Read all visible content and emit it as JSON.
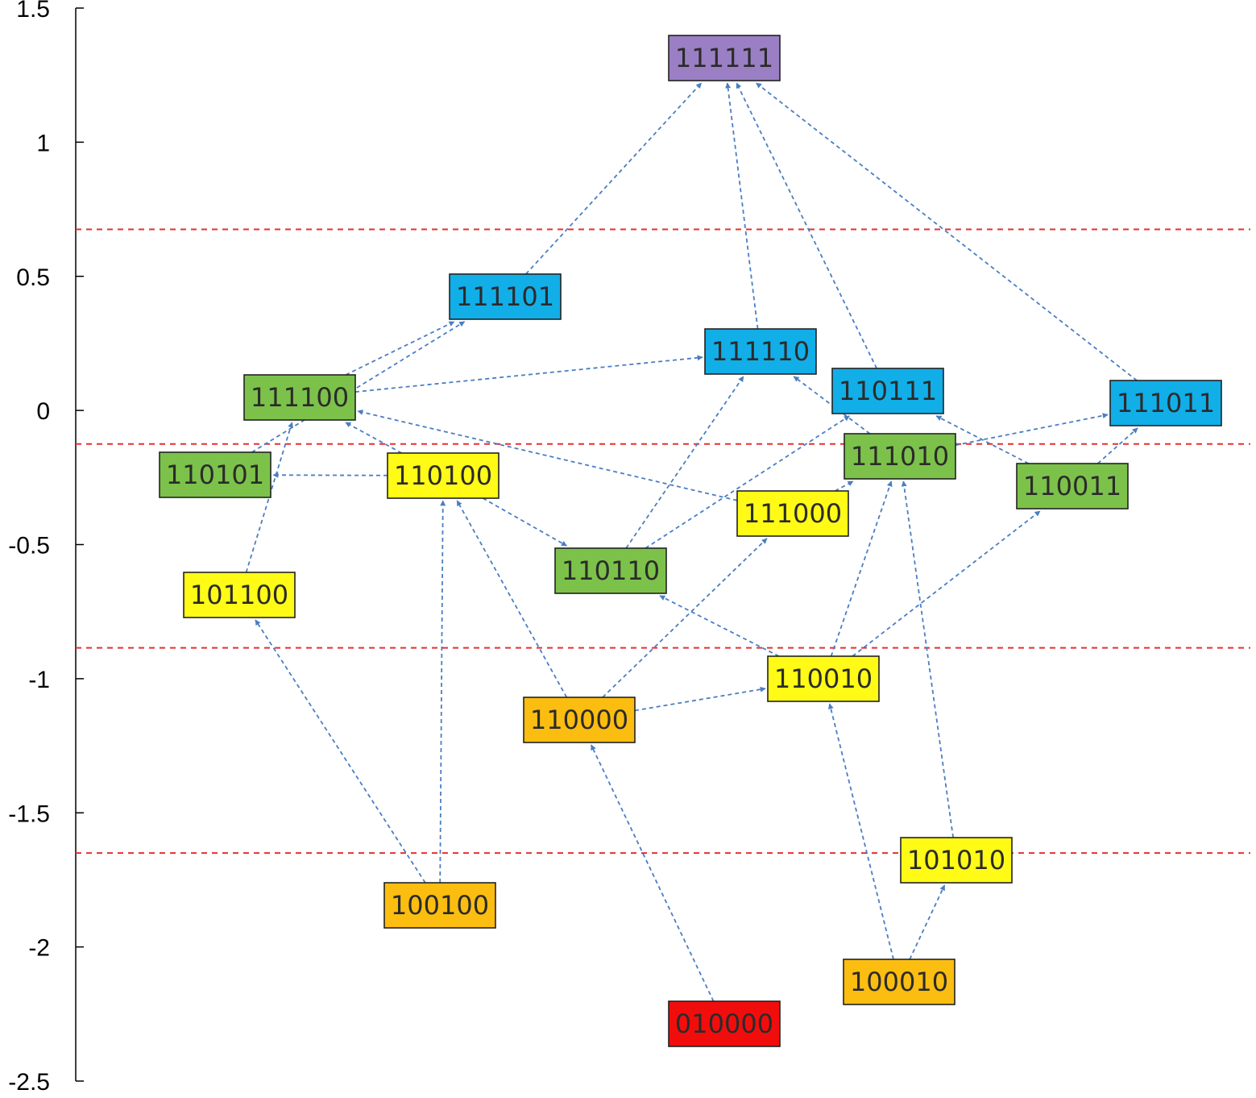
{
  "axis": {
    "ticks": [
      {
        "value": 1.5,
        "label": "1.5"
      },
      {
        "value": 1,
        "label": "1"
      },
      {
        "value": 0.5,
        "label": "0.5"
      },
      {
        "value": 0,
        "label": "0"
      },
      {
        "value": -0.5,
        "label": "-0.5"
      },
      {
        "value": -1,
        "label": "-1"
      },
      {
        "value": -1.5,
        "label": "-1.5"
      },
      {
        "value": -2,
        "label": "-2"
      },
      {
        "value": -2.5,
        "label": "-2.5"
      }
    ],
    "range": [
      -2.5,
      1.5
    ]
  },
  "thresholds": [
    0.675,
    -0.125,
    -0.885,
    -1.65
  ],
  "colors": {
    "purple": "#9b7fc4",
    "blue": "#12aee7",
    "green": "#7cc24a",
    "yellow": "#fffa16",
    "orange": "#fbbd10",
    "red": "#f20d0d",
    "edge": "#4a7ec2",
    "threshold": "#e53030"
  },
  "nodes": [
    {
      "id": "n111111",
      "label": "111111",
      "color": "purple"
    },
    {
      "id": "n111101",
      "label": "111101",
      "color": "blue"
    },
    {
      "id": "n111110",
      "label": "111110",
      "color": "blue"
    },
    {
      "id": "n110111",
      "label": "110111",
      "color": "blue"
    },
    {
      "id": "n111011",
      "label": "111011",
      "color": "blue"
    },
    {
      "id": "n111100",
      "label": "111100",
      "color": "green"
    },
    {
      "id": "n110101",
      "label": "110101",
      "color": "green"
    },
    {
      "id": "n111010",
      "label": "111010",
      "color": "green"
    },
    {
      "id": "n110011",
      "label": "110011",
      "color": "green"
    },
    {
      "id": "n110110",
      "label": "110110",
      "color": "green"
    },
    {
      "id": "n110100",
      "label": "110100",
      "color": "yellow"
    },
    {
      "id": "n111000",
      "label": "111000",
      "color": "yellow"
    },
    {
      "id": "n101100",
      "label": "101100",
      "color": "yellow"
    },
    {
      "id": "n110010",
      "label": "110010",
      "color": "yellow"
    },
    {
      "id": "n101010",
      "label": "101010",
      "color": "yellow"
    },
    {
      "id": "n110000",
      "label": "110000",
      "color": "orange"
    },
    {
      "id": "n100100",
      "label": "100100",
      "color": "orange"
    },
    {
      "id": "n100010",
      "label": "100010",
      "color": "orange"
    },
    {
      "id": "n010000",
      "label": "010000",
      "color": "red"
    }
  ],
  "edges": [
    [
      "n111101",
      "n111111"
    ],
    [
      "n111110",
      "n111111"
    ],
    [
      "n110111",
      "n111111"
    ],
    [
      "n111011",
      "n111111"
    ],
    [
      "n111100",
      "n111101"
    ],
    [
      "n111100",
      "n111110"
    ],
    [
      "n110101",
      "n111101"
    ],
    [
      "n110100",
      "n111100"
    ],
    [
      "n110100",
      "n110101"
    ],
    [
      "n110100",
      "n110110"
    ],
    [
      "n111000",
      "n111100"
    ],
    [
      "n111000",
      "n111010"
    ],
    [
      "n110110",
      "n111110"
    ],
    [
      "n110110",
      "n110111"
    ],
    [
      "n111010",
      "n111110"
    ],
    [
      "n111010",
      "n111011"
    ],
    [
      "n110011",
      "n110111"
    ],
    [
      "n110011",
      "n111011"
    ],
    [
      "n101100",
      "n111100"
    ],
    [
      "n100100",
      "n101100"
    ],
    [
      "n100100",
      "n110100"
    ],
    [
      "n110000",
      "n110100"
    ],
    [
      "n110000",
      "n111000"
    ],
    [
      "n110000",
      "n110010"
    ],
    [
      "n110010",
      "n110110"
    ],
    [
      "n110010",
      "n111010"
    ],
    [
      "n110010",
      "n110011"
    ],
    [
      "n101010",
      "n111010"
    ],
    [
      "n100010",
      "n110010"
    ],
    [
      "n100010",
      "n101010"
    ],
    [
      "n010000",
      "n110000"
    ]
  ]
}
